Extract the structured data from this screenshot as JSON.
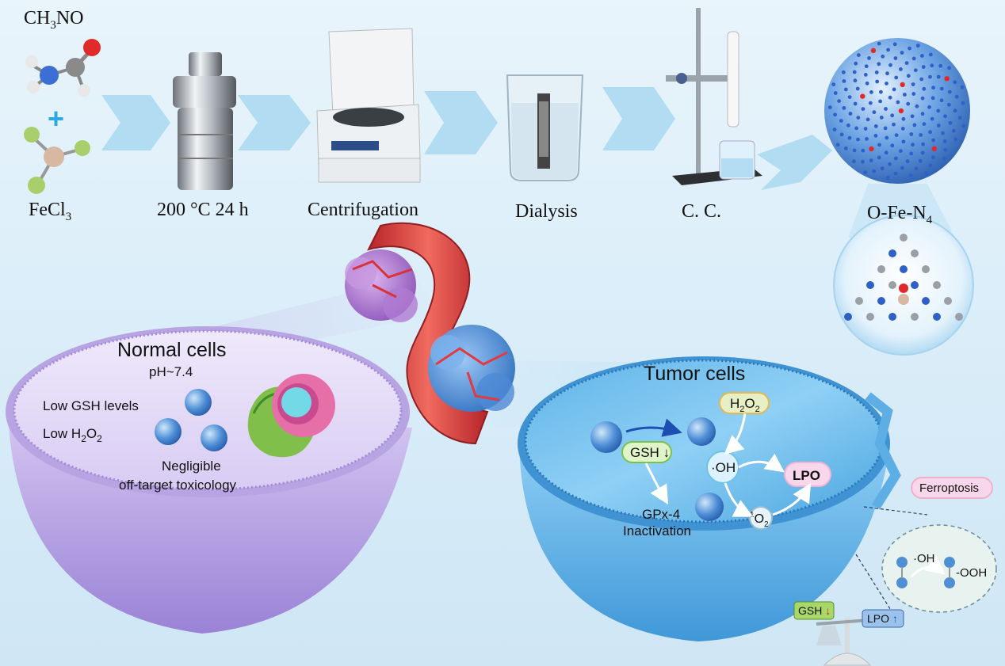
{
  "top_row": {
    "reagent_1": "CH3NO",
    "reagent_1_main": "CH",
    "reagent_1_sub": "3",
    "reagent_1_tail": "NO",
    "reagent_2_main": "FeCl",
    "reagent_2_sub": "3",
    "step_1": "200 °C 24 h",
    "step_2": "Centrifugation",
    "step_3": "Dialysis",
    "step_4": "C. C.",
    "product_main": "O-Fe-N",
    "product_sub": "4"
  },
  "normal_cell": {
    "title": "Normal cells",
    "ph": "pH~7.4",
    "gsh": "Low GSH levels",
    "h2o2_main": "Low H",
    "h2o2_sub1": "2",
    "h2o2_mid": "O",
    "h2o2_sub2": "2",
    "toxicology_line1": "Negligible",
    "toxicology_line2": "off-target toxicology"
  },
  "tumor_cell": {
    "title": "Tumor cells",
    "h2o2_main": "H",
    "h2o2_sub1": "2",
    "h2o2_mid": "O",
    "h2o2_sub2": "2",
    "gsh": "GSH",
    "oh": "·OH",
    "lpo": "LPO",
    "gpx_line1": "GPx-4",
    "gpx_line2": "Inactivation",
    "singlet_sup": "1",
    "singlet_main": "O",
    "singlet_sub": "2"
  },
  "side_panel": {
    "ferroptosis": "Ferroptosis",
    "oh": "·OH",
    "ooh": "-OOH",
    "gsh_scale": "GSH",
    "lpo_scale": "LPO"
  },
  "colors": {
    "arrow": "#9fd3ee",
    "normal_cell": "#b7a3e0",
    "tumor_cell": "#6fb8e8",
    "vessel": "#d9433f",
    "lpo_badge": "#f5d4e6",
    "gsh_badge": "#b5e07a"
  }
}
